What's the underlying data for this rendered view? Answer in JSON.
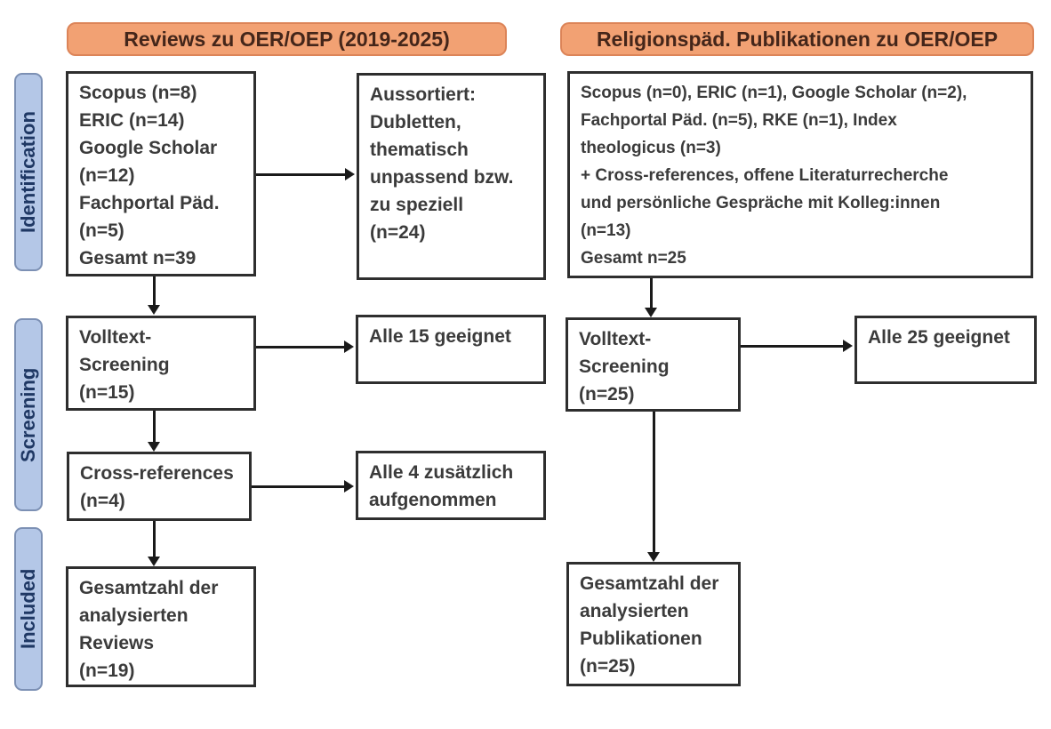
{
  "colors": {
    "header_fill": "#F2A173",
    "header_border": "#DC8458",
    "header_text": "#44261A",
    "stage_fill": "#B4C7E7",
    "stage_border": "#7C90B4",
    "stage_text": "#1F3864",
    "box_border": "#2E2E2E",
    "box_text": "#3B3B3B",
    "arrow": "#1A1A1A",
    "background": "#FFFFFF"
  },
  "headers": {
    "left": "Reviews zu OER/OEP (2019-2025)",
    "right": "Religionspäd. Publikationen zu OER/OEP"
  },
  "stages": {
    "identification": "Identification",
    "screening": "Screening",
    "included": "Included"
  },
  "left_column": {
    "sources": "Scopus (n=8)\nERIC (n=14)\nGoogle Scholar\n(n=12)\nFachportal Päd.\n(n=5)\nGesamt n=39",
    "excluded": "Aussortiert:\nDubletten,\nthematisch\nunpassend bzw.\nzu speziell\n(n=24)",
    "fulltext": "Volltext-\nScreening\n(n=15)",
    "fulltext_result": "Alle 15 geeignet",
    "crossref": "Cross-references\n(n=4)",
    "crossref_result": "Alle 4 zusätzlich\naufgenommen",
    "included_total": "Gesamtzahl der\nanalysierten\nReviews\n(n=19)"
  },
  "right_column": {
    "sources": "Scopus (n=0), ERIC (n=1), Google Scholar (n=2),\nFachportal Päd. (n=5), RKE (n=1), Index\ntheologicus (n=3)\n+ Cross-references, offene Literaturrecherche\nund persönliche Gespräche mit Kolleg:innen\n(n=13)\nGesamt n=25",
    "fulltext": "Volltext-\nScreening\n(n=25)",
    "fulltext_result": "Alle 25 geeignet",
    "included_total": "Gesamtzahl der\nanalysierten\nPublikationen\n(n=25)"
  }
}
